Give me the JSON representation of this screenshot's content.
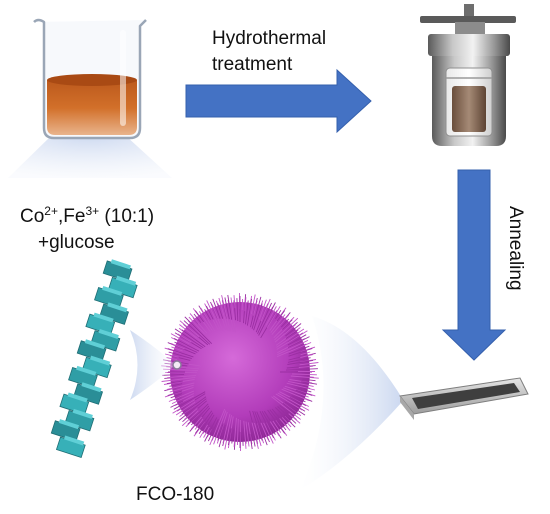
{
  "steps": {
    "precursor_line1_base": "Co",
    "precursor_line1_sup1": "2+",
    "precursor_line1_sep": ",",
    "precursor_line1_mid": "Fe",
    "precursor_line1_sup2": "3+",
    "precursor_line1_ratio": " (10:1)",
    "precursor_line2": "+glucose",
    "step1_line1": "Hydrothermal",
    "step1_line2": "treatment",
    "step2": "Annealing",
    "product": "FCO-180"
  },
  "colors": {
    "arrow": "#4472C4",
    "solution": "#C8641E",
    "glow": "#DCE4F3",
    "sphere": "#B03AB8",
    "rod": "#2E9FA8",
    "boat": "#C8C8C8"
  }
}
